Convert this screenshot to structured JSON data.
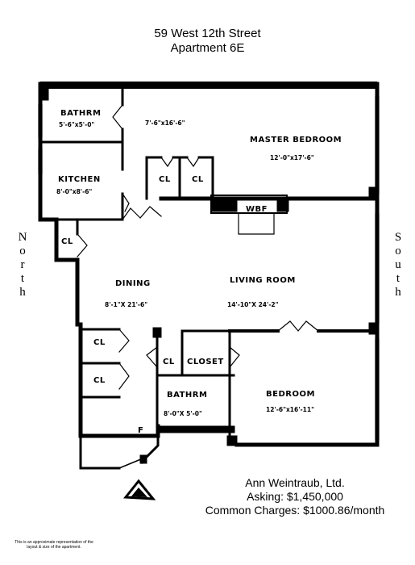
{
  "header": {
    "address": "59 West 12th Street",
    "unit": "Apartment 6E"
  },
  "compass": {
    "left": [
      "N",
      "o",
      "r",
      "t",
      "h"
    ],
    "right": [
      "S",
      "o",
      "u",
      "t",
      "h"
    ]
  },
  "rooms": {
    "bathroom_top": {
      "label": "BATHRM",
      "dims": "5'-6\"x5'-0\""
    },
    "hall_top": {
      "dims": "7'-6\"x16'-6\""
    },
    "master_bedroom": {
      "label": "MASTER BEDROOM",
      "dims": "12'-0\"x17'-6\""
    },
    "closet_1": {
      "label": "CL"
    },
    "closet_2": {
      "label": "CL"
    },
    "kitchen": {
      "label": "KITCHEN",
      "dims": "8'-0\"x8'-6\""
    },
    "wbf": {
      "label": "WBF"
    },
    "closet_west": {
      "label": "CL"
    },
    "dining": {
      "label": "DINING",
      "dims": "8'-1\"X 21'-6\""
    },
    "living_room": {
      "label": "LIVING ROOM",
      "dims": "14'-10\"X 24'-2\""
    },
    "closet_hall_1": {
      "label": "CL"
    },
    "closet_hall_2": {
      "label": "CL"
    },
    "closet_center": {
      "label": "CL"
    },
    "closet_big": {
      "label": "CLOSET"
    },
    "bathroom_bottom": {
      "label": "BATHRM",
      "dims": "8'-0\"X 5'-0\""
    },
    "bedroom": {
      "label": "BEDROOM",
      "dims": "12'-6\"x16'-11\""
    },
    "foyer": {
      "label": "F"
    }
  },
  "listing": {
    "broker": "Ann Weintraub, Ltd.",
    "asking": "Asking:  $1,450,000",
    "charges": "Common Charges:  $1000.86/month"
  },
  "disclaimer": "This is an approximate representation of the layout & size of the apartment."
}
